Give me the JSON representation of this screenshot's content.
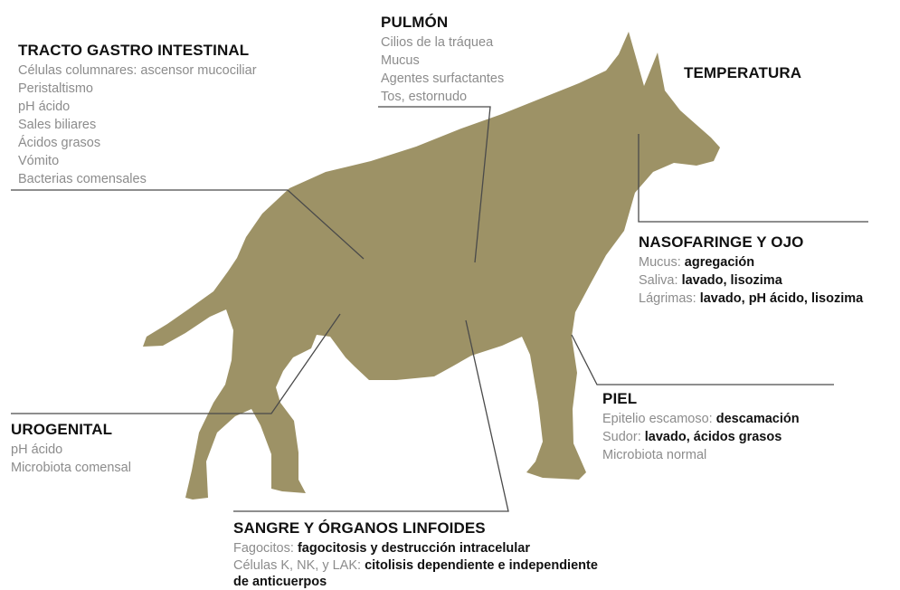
{
  "colors": {
    "silhouette": "#9d9266",
    "leader_line": "#4a4a4a",
    "title": "#111111",
    "item": "#8c8c8c"
  },
  "sections": {
    "gastro": {
      "title": "TRACTO GASTRO INTESTINAL",
      "items": [
        {
          "text": "Células columnares: ascensor mucociliar"
        },
        {
          "text": "Peristaltismo"
        },
        {
          "text": "pH ácido"
        },
        {
          "text": "Sales biliares"
        },
        {
          "text": "Ácidos grasos"
        },
        {
          "text": "Vómito"
        },
        {
          "text": "Bacterias comensales"
        }
      ]
    },
    "pulmon": {
      "title": "PULMÓN",
      "items": [
        {
          "text": "Cilios de la tráquea"
        },
        {
          "text": "Mucus"
        },
        {
          "text": "Agentes surfactantes"
        },
        {
          "text": "Tos, estornudo"
        }
      ]
    },
    "temperatura": {
      "title": "TEMPERATURA"
    },
    "nasofaringe": {
      "title": "NASOFARINGE Y OJO",
      "items": [
        {
          "label": "Mucus:",
          "bold": "agregación"
        },
        {
          "label": "Saliva:",
          "bold": "lavado, lisozima"
        },
        {
          "label": "Lágrimas:",
          "bold": "lavado, pH ácido, lisozima"
        }
      ]
    },
    "piel": {
      "title": "PIEL",
      "items": [
        {
          "label": "Epitelio escamoso:",
          "bold": "descamación"
        },
        {
          "label": "Sudor:",
          "bold": "lavado, ácidos grasos"
        },
        {
          "label": "Microbiota normal"
        }
      ]
    },
    "urogenital": {
      "title": "UROGENITAL",
      "items": [
        {
          "text": "pH ácido"
        },
        {
          "text": "Microbiota comensal"
        }
      ]
    },
    "sangre": {
      "title": "SANGRE Y ÓRGANOS LINFOIDES",
      "items": [
        {
          "label": "Fagocitos:",
          "bold": "fagocitosis y destrucción intracelular"
        },
        {
          "label": "Células K, NK, y LAK:",
          "bold": "citolisis dependiente e independiente de anticuerpos"
        }
      ]
    }
  }
}
